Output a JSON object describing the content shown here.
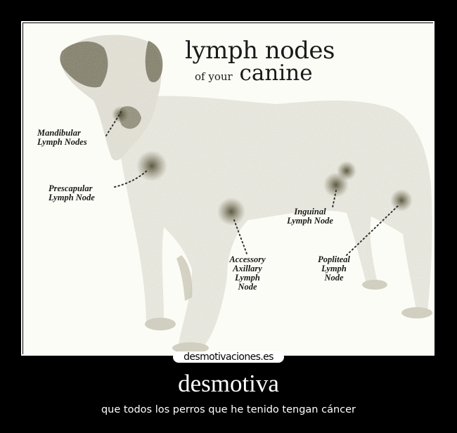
{
  "poster": {
    "title_line1": "lymph nodes",
    "title_prefix": "of your",
    "title_line2": "canine",
    "labels": {
      "mandibular": [
        "Mandibular",
        "Lymph Nodes"
      ],
      "prescapular": [
        "Prescapular",
        "Lymph Node"
      ],
      "accessory_axillary": [
        "Accessory",
        "Axillary",
        "Lymph",
        "Node"
      ],
      "inguinal": [
        "Inguinal",
        "Lymph Node"
      ],
      "popliteal": [
        "Popliteal",
        "Lymph",
        "Node"
      ]
    },
    "colors": {
      "background": "#fcfcf6",
      "dog_shading": "#6b6648",
      "frame": "#ffffff"
    }
  },
  "watermark": "desmotivaciones.es",
  "caption": {
    "title": "desmotiva",
    "subtitle": "que todos los perros que he tenido tengan cáncer"
  }
}
